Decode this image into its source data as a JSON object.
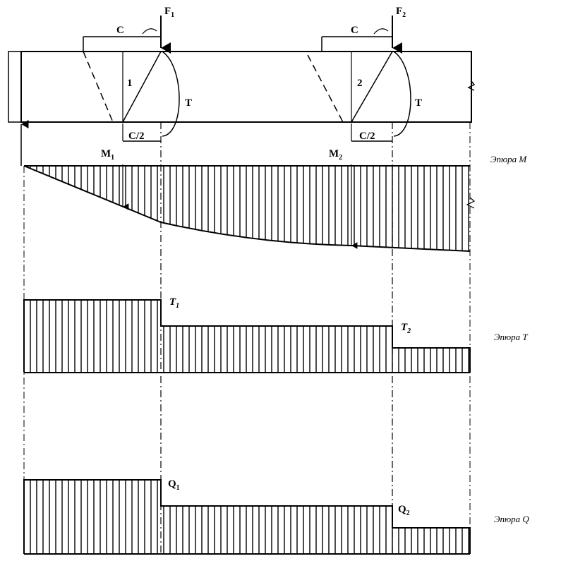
{
  "beam": {
    "force1_label": "F",
    "force1_sub": "1",
    "force2_label": "F",
    "force2_sub": "2",
    "crack1_label": "1",
    "crack2_label": "2",
    "proj1_label": "C",
    "proj2_label": "C",
    "half1_label": "C/2",
    "half2_label": "C/2",
    "tension1_label": "T",
    "tension2_label": "T",
    "moment1_label": "M",
    "moment1_sub": "1",
    "moment2_label": "M",
    "moment2_sub": "2"
  },
  "diagrams": {
    "moment_title": "Эпюра M",
    "tension_title": "Эпюра T",
    "shear_title": "Эпюра Q",
    "t1_label": "T",
    "t1_sub": "1",
    "t2_label": "T",
    "t2_sub": "2",
    "q1_label": "Q",
    "q1_sub": "1",
    "q2_label": "Q",
    "q2_sub": "2"
  }
}
